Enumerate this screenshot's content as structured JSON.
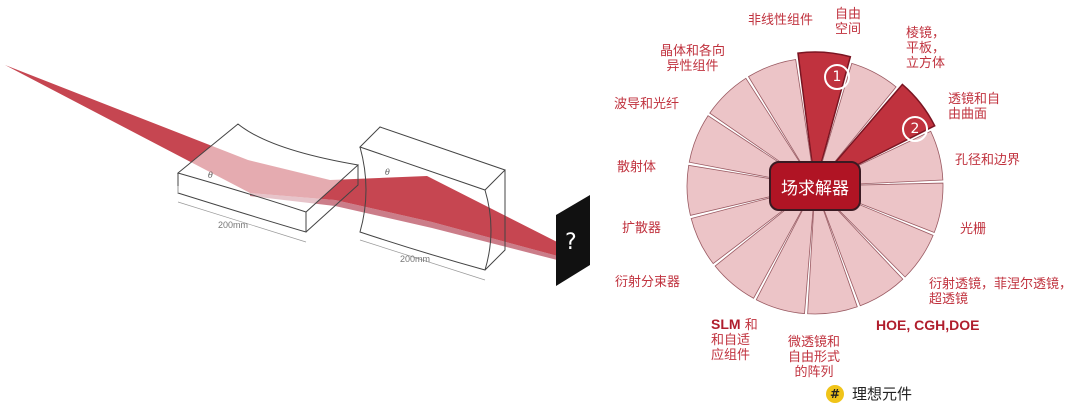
{
  "optics": {
    "dimension_label_1": "200mm",
    "dimension_label_2": "200mm",
    "theta_symbol": "θ",
    "detector_symbol": "?"
  },
  "wheel": {
    "center_label": "场求解器",
    "segments": [
      {
        "label": "自由\n空间",
        "highlighted": true,
        "badge": "1"
      },
      {
        "label": "棱镜，\n平板，\n立方体",
        "highlighted": false
      },
      {
        "label": "透镜和自\n由曲面",
        "highlighted": true,
        "badge": "2"
      },
      {
        "label": "孔径和边界",
        "highlighted": false
      },
      {
        "label": "光栅",
        "highlighted": false
      },
      {
        "label": "衍射透镜，菲涅尔透镜，\n超透镜",
        "highlighted": false
      },
      {
        "label": "HOE, CGH,DOE",
        "highlighted": false
      },
      {
        "label": "微透镜和\n自由形式\n的阵列",
        "highlighted": false
      },
      {
        "label_bold": "SLM",
        "label": " 和\n和自适\n应组件",
        "highlighted": false
      },
      {
        "label": "衍射分束器",
        "highlighted": false
      },
      {
        "label": "扩散器",
        "highlighted": false
      },
      {
        "label": "散射体",
        "highlighted": false
      },
      {
        "label": "波导和光纤",
        "highlighted": false
      },
      {
        "label": "晶体和各向\n异性组件",
        "highlighted": false
      },
      {
        "label": "非线性组件",
        "highlighted": false
      }
    ]
  },
  "legend": {
    "symbol": "#",
    "label": "理想元件"
  },
  "colors": {
    "highlight": "#c0323e",
    "segment": "#ecc4c7",
    "beam": "#c0323e",
    "text": "#c0323e"
  }
}
